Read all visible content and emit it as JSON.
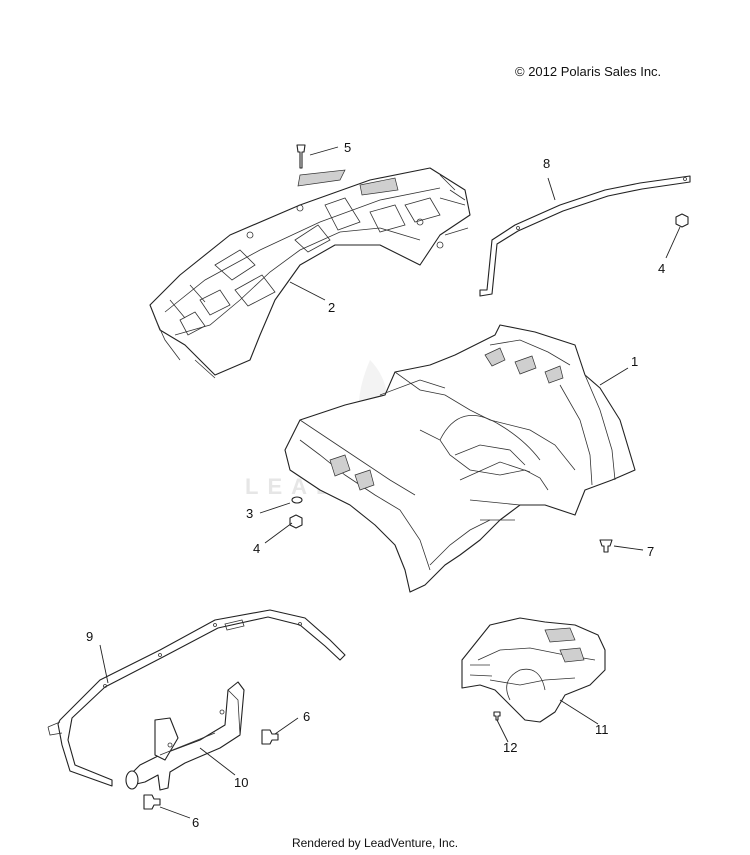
{
  "copyright": "© 2012 Polaris Sales Inc.",
  "footer": "Rendered by LeadVenture, Inc.",
  "watermark": "LEADVENTURE",
  "callouts": [
    "5",
    "8",
    "4",
    "2",
    "1",
    "3",
    "4",
    "7",
    "9",
    "6",
    "10",
    "6",
    "11",
    "12"
  ]
}
